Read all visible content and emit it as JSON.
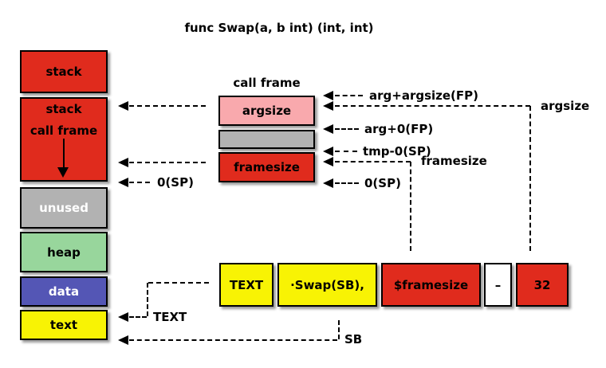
{
  "palette": {
    "red": "#e02b1d",
    "pink": "#f9a9ad",
    "gray": "#b2b2b2",
    "green": "#98d69c",
    "blue": "#5456b5",
    "yellow": "#f8f304",
    "white": "#ffffff",
    "line": "#000000"
  },
  "title": "func Swap(a, b int) (int, int)",
  "memory_map": {
    "stack_top": "stack",
    "stack_frame_line1": "stack",
    "stack_frame_line2": "call frame",
    "unused": "unused",
    "heap": "heap",
    "data": "data",
    "text": "text"
  },
  "call_frame": {
    "label": "call frame",
    "argsize": "argsize",
    "framesize": "framesize"
  },
  "annotations": {
    "arg_argsize_fp": "arg+argsize(FP)",
    "argsize": "argsize",
    "arg_0_fp": "arg+0(FP)",
    "tmp_0_sp": "tmp-0(SP)",
    "framesize": "framesize",
    "sp_right": "0(SP)",
    "sp_left": "0(SP)",
    "text_pointer": "TEXT",
    "sb_pointer": "SB"
  },
  "instruction": {
    "text_op": "TEXT",
    "symbol": "·Swap(SB),",
    "framesize_operand": "$framesize",
    "minus": "–",
    "argsize_value": "32"
  }
}
